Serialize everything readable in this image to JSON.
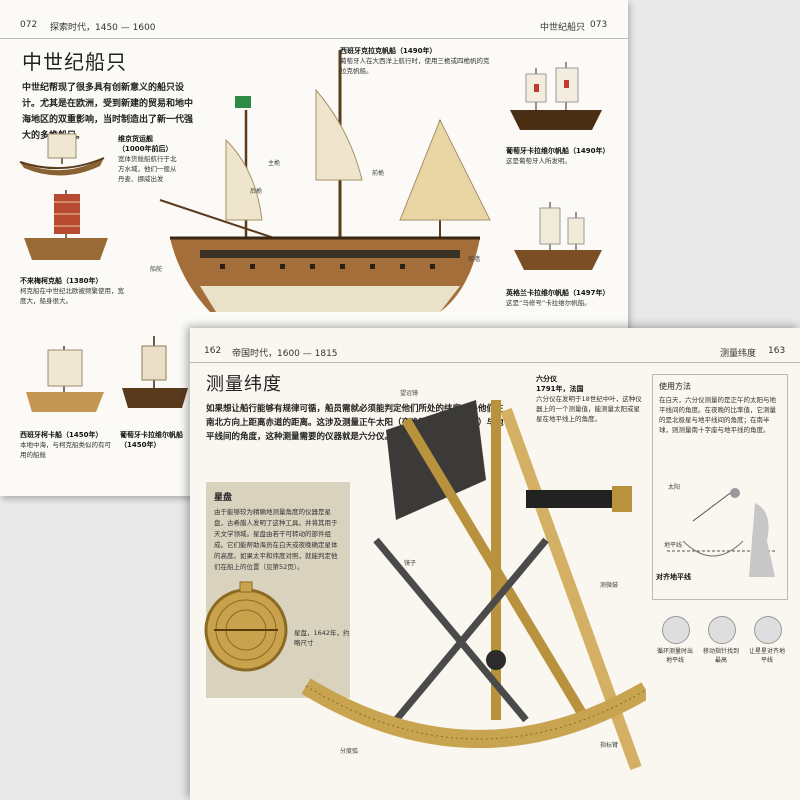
{
  "top_page": {
    "header": {
      "page_left": "072",
      "section_left": "探索时代，1450 — 1600",
      "section_right": "中世纪船只",
      "page_right": "073"
    },
    "title": "中世纪船只",
    "intro": "中世纪帮现了很多具有创新意义的船只设计。尤其是在欧洲，受到新建的贸易和地中海地区的双重影响，当时制造出了新一代强大的多桅船只。",
    "captions": {
      "viking": {
        "title": "维京货运舰（1000年前后）",
        "body": "宽体货舱船航行于北方水域，他们一般从丹麦、挪威出发"
      },
      "cog": {
        "title": "不来梅柯克船（1380年）",
        "body": "柯克船在中世纪北欧被频繁使用，宽度大，船身很大。"
      },
      "spanish_cog": {
        "title": "西班牙柯卡船（1450年）",
        "body": "本地中海，与柯克船类似的有可用的船舱"
      },
      "portuguese": {
        "title": "葡萄牙卡拉维尔帆船（1450年）",
        "body": "葡萄牙卡拉维尔帆船"
      },
      "carrack": {
        "title": "西班牙克拉克帆船（1490年）",
        "body": "葡萄牙人在大西洋上航行时，使用三桅或四桅帆的克拉克帆船。"
      },
      "caravel": {
        "title": "葡萄牙卡拉维尔帆船（1490年）",
        "body": "这是葡萄牙人所发明。"
      },
      "english": {
        "title": "英格兰卡拉维尔帆船（1497年）",
        "body": "这是“马修号”卡拉维尔帆船。"
      }
    },
    "annotations": [
      "主桅",
      "前桅",
      "后桅",
      "船舵",
      "舷墙"
    ]
  },
  "bottom_page": {
    "header": {
      "page_left": "162",
      "section_left": "帝国时代，1600 — 1815",
      "section_right": "测量纬度",
      "page_right": "163"
    },
    "title": "测量纬度",
    "intro": "如果想让船行能够有规律可循，船员需就必须能判定他们所处的纬度——他们在南北方向上距离赤道的距离。这涉及测量正午太阳（夜晚则是特定的星星）与地平线间的角度，这种测量需要的仪器就是六分仪。",
    "sidebar": {
      "title": "星盘",
      "body": "由于能够较为精确地测量角度的仪器是星盘，古希腊人发明了这种工具。并将其用于天文学领域。星盘由若干可转动的部件组成。它们能帮助海员在白天或夜晚确定星体的高度。如果太平和纬度对照，就能判定他们在船上的位置（见第52页）。",
      "figure_caption": "星盘，1642年，约略尺寸"
    },
    "sextant_annotations": {
      "year": "六分仪",
      "year_detail": "1791年，法国",
      "body": "六分仪在发明于18世纪中叶，这种仪器上的一个测量值，能测量太阳或星星在地平线上的角度。",
      "labels": [
        "望远镜",
        "分度弧",
        "指标臂",
        "镜子",
        "测微鼓"
      ]
    },
    "howto": {
      "title": "使用方法",
      "body": "在白天，六分仪测量的是正午的太阳与地平线间的角度。在夜晚的比率值，它测量的是北极星与地平线间的角度；在南半球，则测量南十字座与地平线的角度。",
      "labels": [
        "太阳",
        "地平线",
        "对齐地平线"
      ],
      "thumbs": [
        "循环测量时出地平线",
        "移动指针找到最高",
        "让星星对齐地平线"
      ],
      "align_title": "对齐地平线"
    }
  },
  "colors": {
    "paper_top": "#fbfaf6",
    "paper_bottom": "#f9f7ef",
    "sidebar": "#d8d2bf",
    "brass": "#b8923c",
    "wood": "#6b4424"
  }
}
